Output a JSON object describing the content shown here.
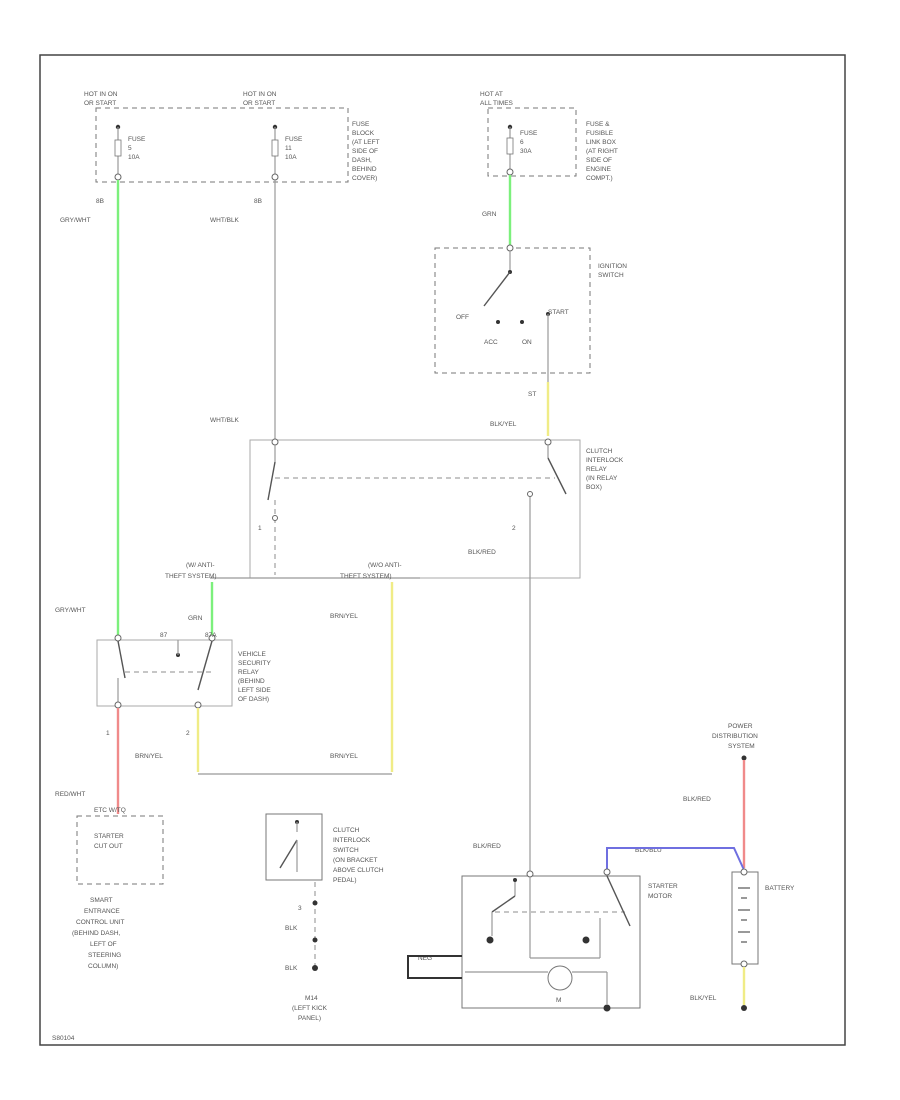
{
  "colors": {
    "gry_wht": "#7cf07c",
    "grn_start": "#7cf07c",
    "blk_yel": "#f0ec86",
    "red_wht": "#f08a8a",
    "blk_red_batt": "#f08a8a",
    "blk_blu": "#6f6fe0",
    "brn_yel": "#f0ec86",
    "grn_relay": "#7cf07c",
    "plain": "#999999"
  },
  "fuse_left": {
    "hot": "HOT IN ON",
    "hot2": "OR START",
    "fuse_label": "FUSE",
    "fuse_num": "5",
    "fuse_amp": "10A"
  },
  "fuse_mid": {
    "hot": "HOT IN ON",
    "hot2": "OR START",
    "fuse_label": "FUSE",
    "fuse_num": "11",
    "fuse_amp": "10A"
  },
  "fuse_block_label": [
    "FUSE",
    "BLOCK",
    "(AT LEFT",
    "SIDE OF",
    "DASH,",
    "BEHIND",
    "COVER)"
  ],
  "fuse_right": {
    "hot": "HOT AT",
    "hot2": "ALL TIMES",
    "fuse_label": "FUSE",
    "fuse_num": "6",
    "fuse_amp": "30A"
  },
  "fusible_link_label": [
    "FUSE &",
    "FUSIBLE",
    "LINK BOX",
    "(AT RIGHT",
    "SIDE OF",
    "ENGINE",
    "COMPT.)"
  ],
  "wires": {
    "gry_wht_top_pin": "8B",
    "gry_wht_label": "GRY/WHT",
    "wht_blk_top_pin": "8B",
    "wht_blk_label": "WHT/BLK",
    "grn_label": "GRN",
    "wht_blk_mid": "WHT/BLK",
    "st_pin": "ST",
    "blk_yel": "BLK/YEL",
    "blk_red_relay": "BLK/RED",
    "gry_wht_lower": "GRY/WHT",
    "grn_relay": "GRN",
    "brn_yel_right": "BRN/YEL",
    "brn_yel_bottom_left": "BRN/YEL",
    "brn_yel_bottom_right": "BRN/YEL",
    "red_wht": "RED/WHT",
    "blk_red_starter": "BLK/RED",
    "blk_red_batt": "BLK/RED",
    "blk_blu": "BLK/BLU",
    "blk_yel_batt": "BLK/YEL",
    "blk_1": "BLK",
    "blk_2": "BLK",
    "pin_1": "1",
    "pin_2": "2",
    "pin_3": "3",
    "pin_4": "1",
    "pin_5": "2"
  },
  "ignition": {
    "title": [
      "IGNITION",
      "SWITCH"
    ],
    "off": "OFF",
    "start": "START",
    "acc": "ACC",
    "on": "ON"
  },
  "clutch_relay_label": [
    "CLUTCH",
    "INTERLOCK",
    "RELAY",
    "(IN RELAY",
    "BOX)"
  ],
  "theft": {
    "with": "(W/ ANTI-",
    "with2": "THEFT SYSTEM)",
    "without": "(W/O ANTI-",
    "without2": "THEFT SYSTEM)"
  },
  "security_relay_label": [
    "VEHICLE",
    "SECURITY",
    "RELAY",
    "(BEHIND",
    "LEFT SIDE",
    "OF DASH)"
  ],
  "sec_relay_pins": {
    "a": "87",
    "b": "87A"
  },
  "starter_cut": {
    "pin": "ETC W/TQ",
    "label": "STARTER",
    "label2": "CUT OUT"
  },
  "smart_label": [
    "SMART",
    "ENTRANCE",
    "CONTROL UNIT",
    "(BEHIND DASH,",
    "LEFT OF",
    "STEERING",
    "COLUMN)"
  ],
  "clutch_switch_label": [
    "CLUTCH",
    "INTERLOCK",
    "SWITCH",
    "(ON BRACKET",
    "ABOVE CLUTCH",
    "PEDAL)"
  ],
  "ground_label": [
    "M14",
    "(LEFT KICK",
    "PANEL)"
  ],
  "power_dist": [
    "POWER",
    "DISTRIBUTION",
    "SYSTEM"
  ],
  "starter_label": [
    "STARTER",
    "MOTOR"
  ],
  "battery_label": "BATTERY",
  "starter": {
    "neg": "NEG",
    "m": "M"
  },
  "footer_code": "S80104"
}
